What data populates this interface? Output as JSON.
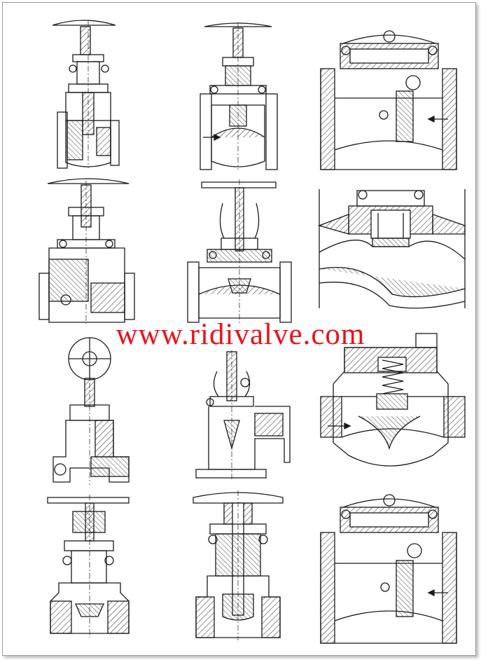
{
  "watermark": {
    "text": "www.ridivalve.com",
    "color": "#e8121b"
  },
  "colors": {
    "line": "#1a1a1a",
    "background": "#ffffff",
    "hatch": "#444444"
  },
  "grid": {
    "rows": 4,
    "columns": 3
  },
  "drawings": [
    {
      "row": 1,
      "column": 1,
      "kind": "gate-valve-flanged"
    },
    {
      "row": 1,
      "column": 2,
      "kind": "globe-valve-flanged"
    },
    {
      "row": 1,
      "column": 3,
      "kind": "swing-check-valve"
    },
    {
      "row": 2,
      "column": 1,
      "kind": "gate-valve-flanged-large"
    },
    {
      "row": 2,
      "column": 2,
      "kind": "globe-valve-yoke"
    },
    {
      "row": 2,
      "column": 3,
      "kind": "lift-check-valve-section"
    },
    {
      "row": 3,
      "column": 1,
      "kind": "gate-valve-butt-weld"
    },
    {
      "row": 3,
      "column": 2,
      "kind": "angle-needle-valve"
    },
    {
      "row": 3,
      "column": 3,
      "kind": "piston-check-valve-spring"
    },
    {
      "row": 4,
      "column": 1,
      "kind": "gate-valve-threaded"
    },
    {
      "row": 4,
      "column": 2,
      "kind": "globe-valve-threaded"
    },
    {
      "row": 4,
      "column": 3,
      "kind": "swing-check-valve"
    }
  ]
}
